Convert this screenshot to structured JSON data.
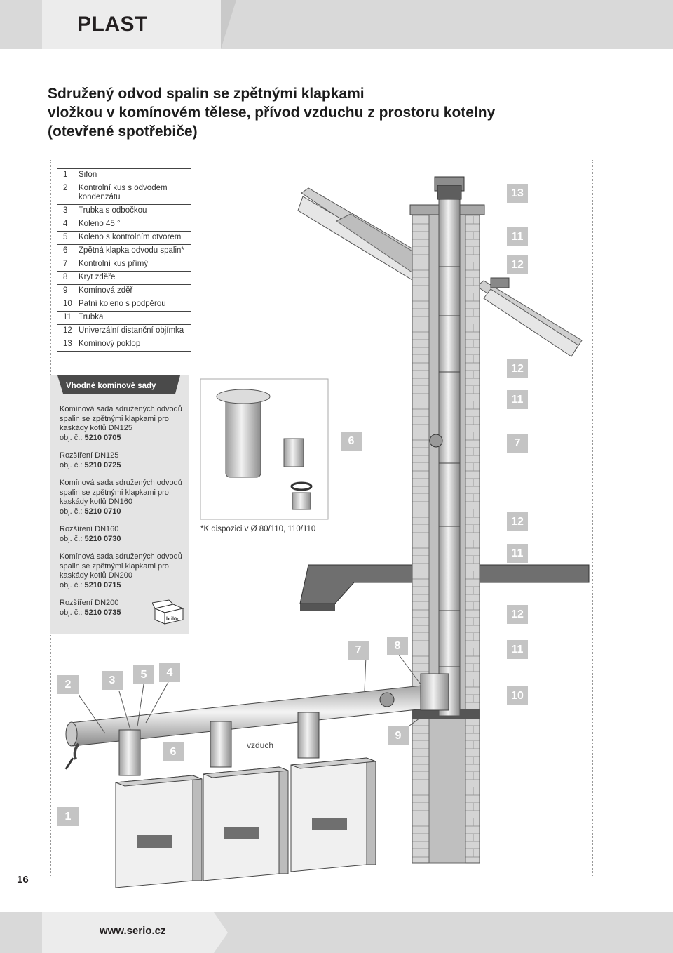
{
  "header": {
    "title": "PLAST"
  },
  "title_lines": [
    "Sdružený odvod spalin se zpětnými klapkami",
    "vložkou v komínovém tělese, přívod vzduchu z prostoru kotelny",
    "(otevřené spotřebiče)"
  ],
  "parts": [
    {
      "num": "1",
      "label": "Sifon"
    },
    {
      "num": "2",
      "label": "Kontrolní kus s odvodem kondenzátu"
    },
    {
      "num": "3",
      "label": "Trubka s odbočkou"
    },
    {
      "num": "4",
      "label": "Koleno 45 °"
    },
    {
      "num": "5",
      "label": "Koleno s kontrolním otvorem"
    },
    {
      "num": "6",
      "label": "Zpětná klapka odvodu spalin*"
    },
    {
      "num": "7",
      "label": "Kontrolní kus přímý"
    },
    {
      "num": "8",
      "label": "Kryt zděře"
    },
    {
      "num": "9",
      "label": "Komínová zděř"
    },
    {
      "num": "10",
      "label": "Patní koleno s podpěrou"
    },
    {
      "num": "11",
      "label": "Trubka"
    },
    {
      "num": "12",
      "label": "Univerzální distanční objímka"
    },
    {
      "num": "13",
      "label": "Komínový poklop"
    }
  ],
  "kits": {
    "heading": "Vhodné komínové sady",
    "items": [
      {
        "name": "Komínová sada sdružených odvodů spalin se zpětnými klapkami pro kaskády kotlů DN125",
        "order_prefix": "obj. č.: ",
        "order": "5210 0705"
      },
      {
        "name": "Rozšíření DN125",
        "order_prefix": "obj. č.: ",
        "order": "5210 0725"
      },
      {
        "name": "Komínová sada sdružených odvodů spalin se zpětnými klapkami pro kaskády kotlů DN160",
        "order_prefix": "obj. č.: ",
        "order": "5210 0710"
      },
      {
        "name": "Rozšíření DN160",
        "order_prefix": "obj. č.: ",
        "order": "5210 0730"
      },
      {
        "name": "Komínová sada sdružených odvodů spalin se zpětnými klapkami pro kaskády kotlů DN200",
        "order_prefix": "obj. č.: ",
        "order": "5210 0715"
      },
      {
        "name": "Rozšíření DN200",
        "order_prefix": "obj. č.: ",
        "order": "5210 0735"
      }
    ],
    "box_logo": "brilön"
  },
  "footnote": "*K dispozici v Ø 80/110, 110/110",
  "diagram_labels": {
    "l13": "13",
    "l11a": "11",
    "l12a": "12",
    "l12b": "12",
    "l11b": "11",
    "l7a": "7",
    "l6a": "6",
    "l12c": "12",
    "l11c": "11",
    "l12d": "12",
    "l7b": "7",
    "l8": "8",
    "l11d": "11",
    "l10": "10",
    "l2": "2",
    "l3": "3",
    "l5": "5",
    "l4": "4",
    "l9": "9",
    "l6b": "6",
    "l1": "1",
    "vzduch": "vzduch"
  },
  "page_number": "16",
  "footer_url": "www.serio.cz"
}
